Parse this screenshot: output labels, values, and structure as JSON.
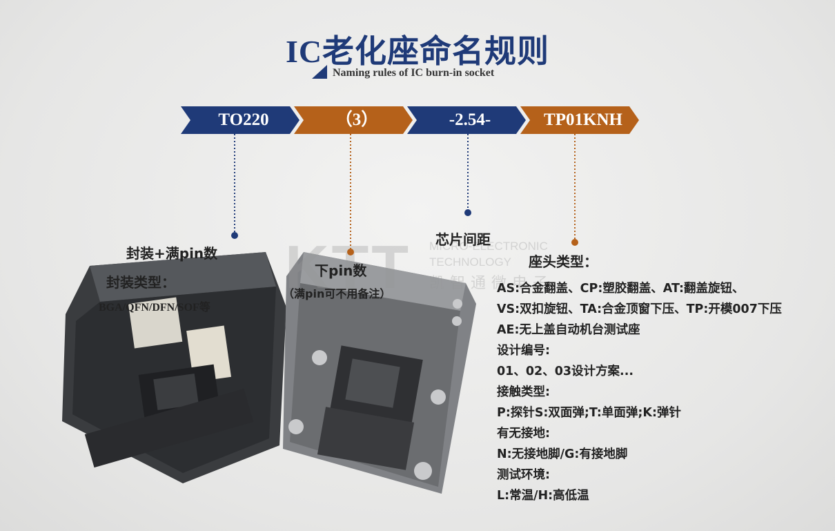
{
  "header": {
    "title": "IC老化座命名规则",
    "subtitle": "Naming rules of IC burn-in socket"
  },
  "segments": [
    {
      "label": "TO220",
      "color": "#1f3a78"
    },
    {
      "label": "（3）",
      "color": "#b5611a"
    },
    {
      "label": "-2.54-",
      "color": "#1f3a78"
    },
    {
      "label": "TP01KNH",
      "color": "#b5611a"
    }
  ],
  "labels": {
    "package_full_pin": "封装+满pin数",
    "package_type": "封装类型：",
    "package_examples": "BGA/QFN/DFN/SOF等",
    "pin_count": "下pin数",
    "pin_note": "（满pin可不用备注）",
    "pitch": "芯片间距",
    "socket_type": "座头类型："
  },
  "description_lines": [
    "AS:合金翻盖、CP:塑胶翻盖、AT:翻盖旋钮、",
    "VS:双扣旋钮、TA:合金顶窗下压、TP:开模007下压",
    "AE:无上盖自动机台测试座",
    "设计编号:",
    "01、02、03设计方案...",
    "接触类型:",
    "P:探针S:双面弹;T:单面弹;K:弹针",
    "有无接地:",
    "N:无接地脚/G:有接地脚",
    "测试环境:",
    "L:常温/H:高低温"
  ],
  "watermark": {
    "logo": "KTT",
    "line1": "MICRO-ELECTRONIC",
    "line2": "TECHNOLOGY",
    "line3": "凯智通微电子"
  },
  "colors": {
    "navy": "#1f3a78",
    "orange": "#b5611a"
  }
}
